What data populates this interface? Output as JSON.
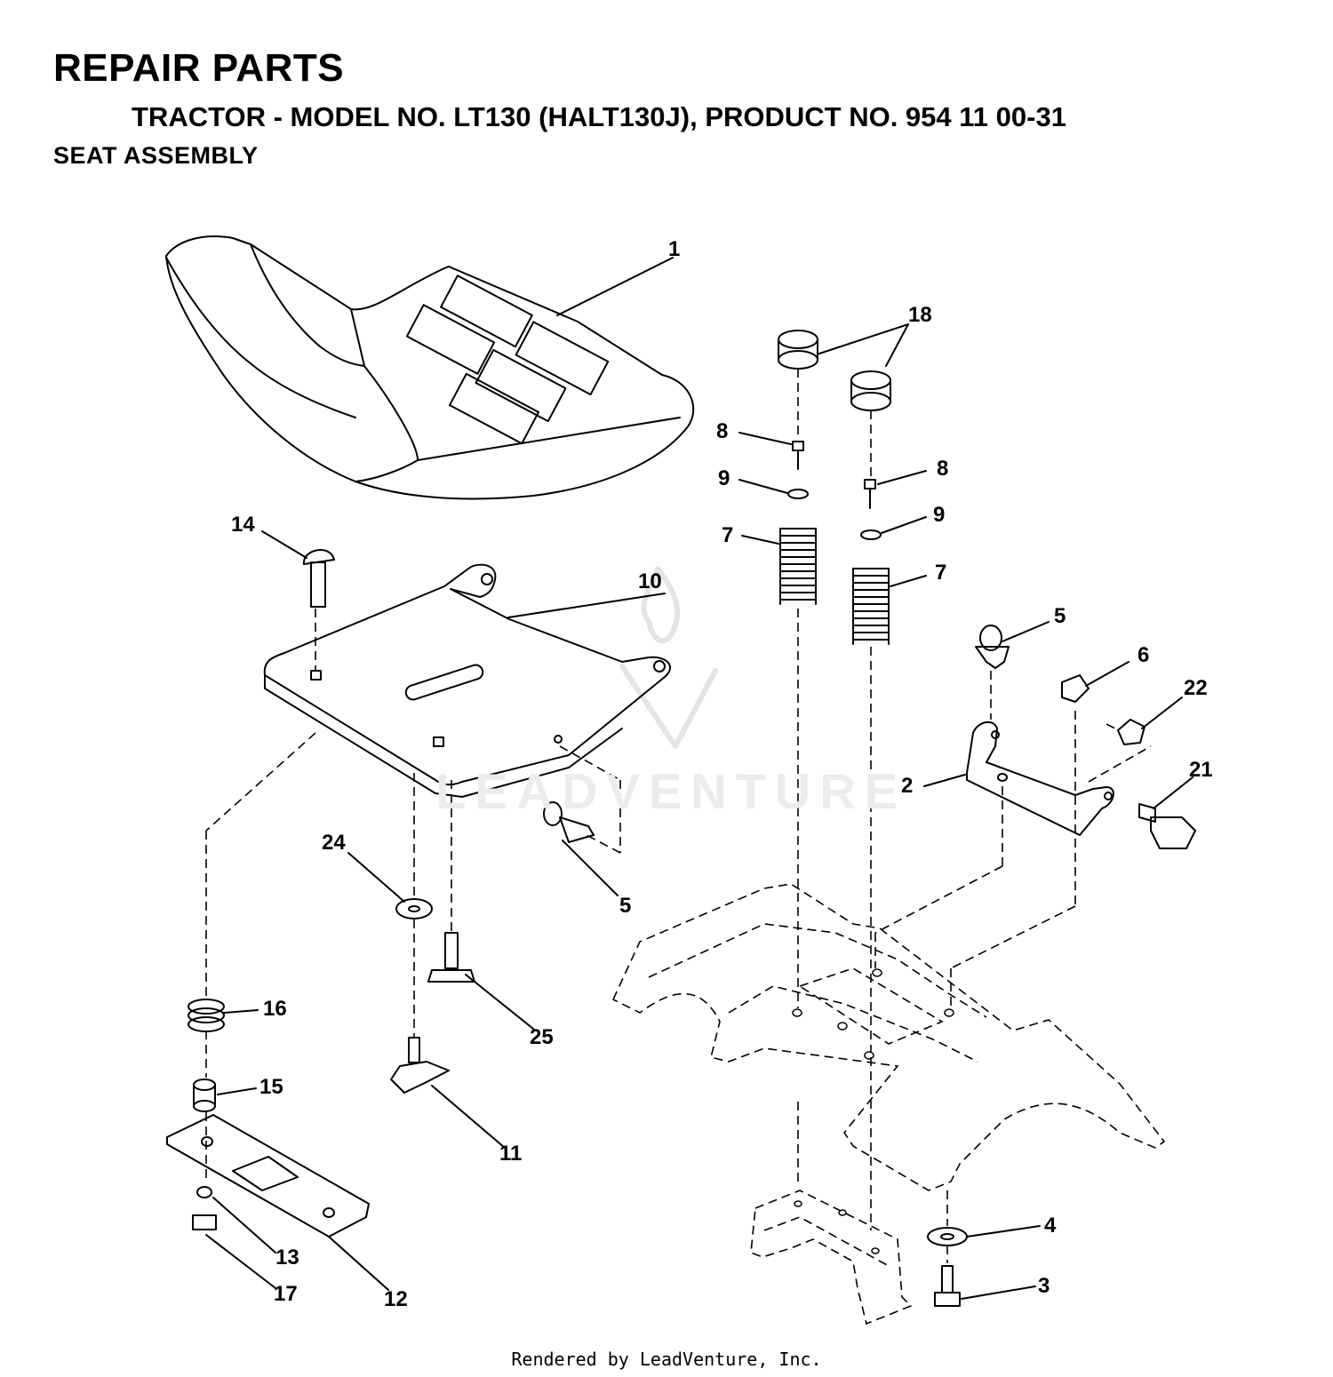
{
  "header": {
    "title": "REPAIR PARTS",
    "subtitle": "TRACTOR - MODEL NO. LT130 (HALT130J), PRODUCT NO. 954 11 00-31",
    "section": "SEAT ASSEMBLY"
  },
  "callouts": [
    "1",
    "18",
    "8",
    "8",
    "9",
    "9",
    "7",
    "7",
    "5",
    "6",
    "22",
    "21",
    "2",
    "14",
    "10",
    "24",
    "5",
    "25",
    "16",
    "15",
    "11",
    "13",
    "17",
    "12",
    "4",
    "3"
  ],
  "watermark": "LEADVENTURE",
  "footer": "Rendered by LeadVenture, Inc."
}
